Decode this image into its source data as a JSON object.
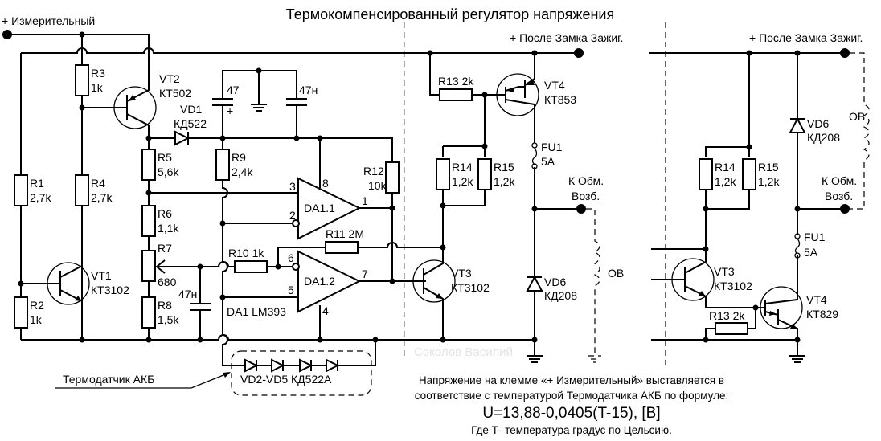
{
  "title": "Термокомпенсированный регулятор напряжения",
  "terminals": {
    "measuring": "+ Измерительный",
    "ignition_1": "+ После Замка Зажиг.",
    "ignition_2": "+ После Замка Зажиг.",
    "field_1_line1": "К Обм.",
    "field_1_line2": "Возб.",
    "field_2_line1": "К Обм.",
    "field_2_line2": "Возб."
  },
  "components": {
    "R1": {
      "ref": "R1",
      "value": "2,7k"
    },
    "R2": {
      "ref": "R2",
      "value": "1k"
    },
    "R3": {
      "ref": "R3",
      "value": "1k"
    },
    "R4": {
      "ref": "R4",
      "value": "2,7k"
    },
    "R5": {
      "ref": "R5",
      "value": "5,6k"
    },
    "R6": {
      "ref": "R6",
      "value": "1,1k"
    },
    "R7": {
      "ref": "R7",
      "value": "680"
    },
    "R8": {
      "ref": "R8",
      "value": "1,5k"
    },
    "R9": {
      "ref": "R9",
      "value": "2,4k"
    },
    "R10": {
      "label": "R10 1k"
    },
    "R11": {
      "label": "R11 2M"
    },
    "R12": {
      "ref": "R12",
      "value": "10k"
    },
    "R13_a": {
      "label": "R13 2k"
    },
    "R14_a": {
      "ref": "R14",
      "value": "1,2k"
    },
    "R15_a": {
      "ref": "R15",
      "value": "1,2k"
    },
    "R13_b": {
      "label": "R13 2k"
    },
    "R14_b": {
      "ref": "R14",
      "value": "1,2k"
    },
    "R15_b": {
      "ref": "R15",
      "value": "1,2k"
    },
    "C1": {
      "value": "47",
      "polarity": "+"
    },
    "C2": {
      "value": "47н"
    },
    "C3": {
      "value": "47н"
    },
    "VT1": {
      "ref": "VT1",
      "part": "КТ3102"
    },
    "VT2": {
      "ref": "VT2",
      "part": "КТ502"
    },
    "VT3_a": {
      "ref": "VT3",
      "part": "КТ3102"
    },
    "VT4_a": {
      "ref": "VT4",
      "part": "КТ853"
    },
    "VT3_b": {
      "ref": "VT3",
      "part": "КТ3102"
    },
    "VT4_b": {
      "ref": "VT4",
      "part": "КТ829"
    },
    "VD1": {
      "ref": "VD1",
      "part": "КД522"
    },
    "VD6_a": {
      "ref": "VD6",
      "part": "КД208"
    },
    "VD6_b": {
      "ref": "VD6",
      "part": "КД208"
    },
    "FU1_a": {
      "ref": "FU1",
      "value": "5A"
    },
    "FU1_b": {
      "ref": "FU1",
      "value": "5A"
    },
    "DA1_1": {
      "label": "DA1.1",
      "pins": [
        "3",
        "2",
        "8",
        "1"
      ]
    },
    "DA1_2": {
      "label": "DA1.2",
      "pins": [
        "6",
        "5",
        "4",
        "7"
      ]
    },
    "DA1": {
      "label": "DA1 LM393"
    },
    "sensor": {
      "label": "VD2-VD5 КД522А"
    },
    "winding_a": {
      "label": "ОВ"
    },
    "winding_b": {
      "label": "ОВ"
    }
  },
  "callout": "Термодатчик АКБ",
  "watermark": "Соколов Василий",
  "notes": {
    "line1": "Напряжение на клемме «+ Измерительный» выставляется в",
    "line2": "соответствие с температурой Термодатчика АКБ по формуле:",
    "formula": "U=13,88-0,0405(T-15), [В]",
    "line3": "Где Т- температура градус по Цельсию."
  }
}
